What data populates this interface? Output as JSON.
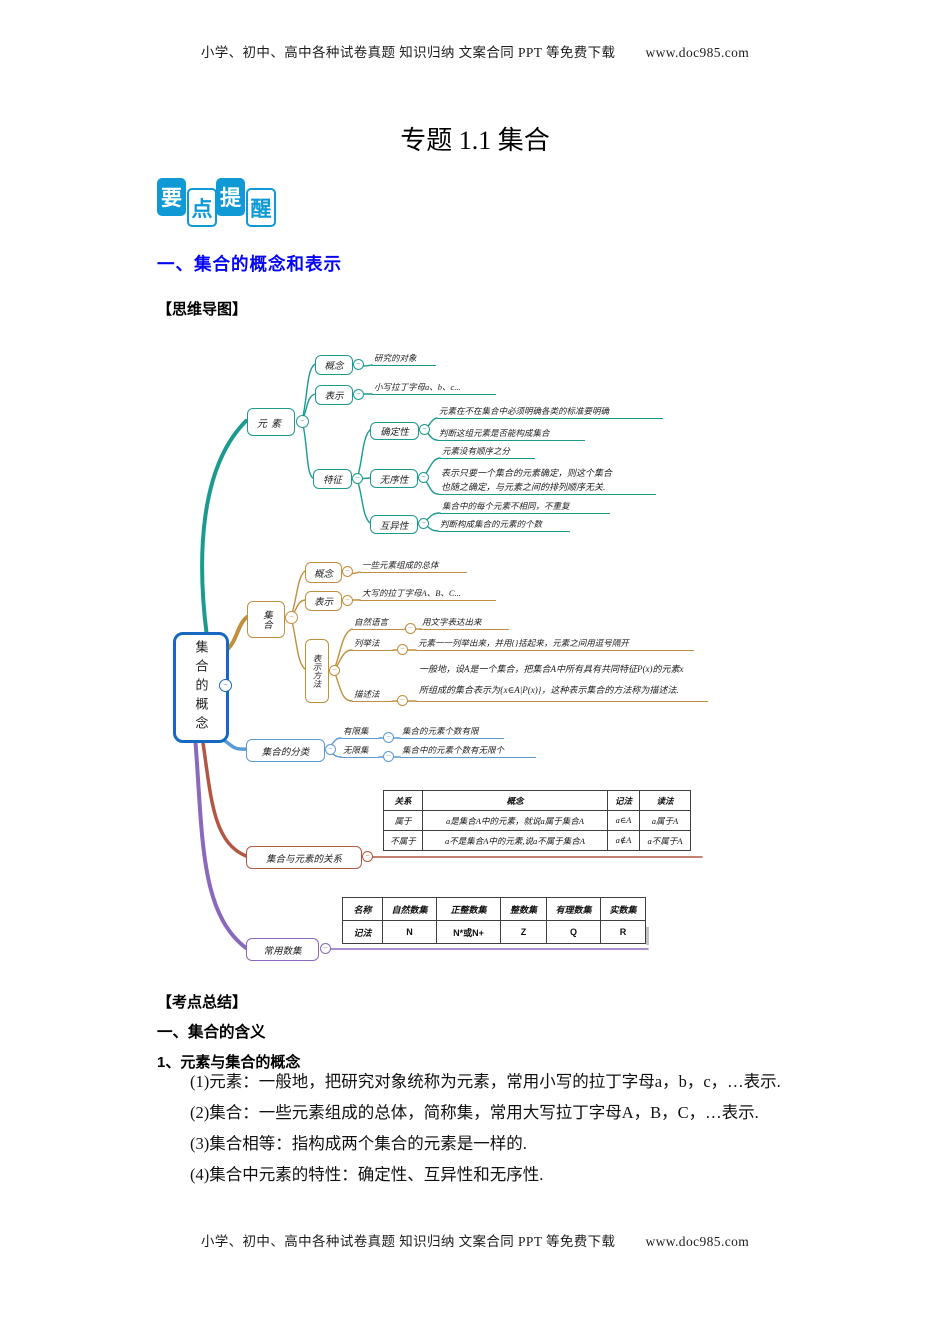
{
  "page": {
    "header_text": "小学、初中、高中各种试卷真题 知识归纳 文案合同 PPT 等免费下载",
    "header_url": "www.doc985.com",
    "footer_text": "小学、初中、高中各种试卷真题 知识归纳 文案合同 PPT 等免费下载",
    "footer_url": "www.doc985.com",
    "title": "专题 1.1 集合"
  },
  "badge": {
    "chars": [
      "要",
      "点",
      "提",
      "醒"
    ]
  },
  "sections": {
    "s1_heading": "一、集合的概念和表示",
    "mindmap_label": "【思维导图】",
    "summary_label": "【考点总结】",
    "summary_h1": "一、集合的含义",
    "summary_h2": "1、元素与集合的概念"
  },
  "content": {
    "paragraphs": [
      "(1)元素：一般地，把研究对象统称为元素，常用小写的拉丁字母a，b，c，…表示.",
      "(2)集合：一些元素组成的总体，简称集，常用大写拉丁字母A，B，C，…表示.",
      "(3)集合相等：指构成两个集合的元素是一样的.",
      "(4)集合中元素的特性：确定性、互异性和无序性."
    ]
  },
  "mindmap": {
    "root_label": "集合的概念",
    "element": {
      "label": "元素",
      "concept": {
        "label": "概念",
        "leaf": "研究的对象"
      },
      "notation": {
        "label": "表示",
        "leaf": "小写拉丁字母a、b、c..."
      },
      "features": {
        "label": "特征",
        "certainty": {
          "label": "确定性",
          "leaf1": "元素在不在集合中必须明确各类的标准要明确",
          "leaf2": "判断这组元素是否能构成集合"
        },
        "unordered": {
          "label": "无序性",
          "leaf1": "元素没有顺序之分",
          "leaf2a": "表示只要一个集合的元素确定，则这个集合",
          "leaf2b": "也随之确定，与元素之间的排列顺序无关."
        },
        "distinct": {
          "label": "互异性",
          "leaf1": "集合中的每个元素不相同，不重复",
          "leaf2": "判断构成集合的元素的个数"
        }
      }
    },
    "set": {
      "label": "集合",
      "concept": {
        "label": "概念",
        "leaf": "一些元素组成的总体"
      },
      "notation": {
        "label": "表示",
        "leaf": "大写的拉丁字母A、B、C..."
      },
      "methods": {
        "label": "表示方法",
        "natural": {
          "label": "自然语言",
          "leaf": "用文字表达出来"
        },
        "listing": {
          "label": "列举法",
          "leaf": "元素一一列举出来，并用{}括起来，元素之间用逗号隔开"
        },
        "description": {
          "label": "描述法",
          "leaf1": "一般地，设A是一个集合，把集合A中所有具有共同特征P(x)的元素x",
          "leaf2": "所组成的集合表示为{x∈A|P(x)}，这种表示集合的方法称为描述法."
        }
      }
    },
    "classification": {
      "label": "集合的分类",
      "finite": {
        "label": "有限集",
        "leaf": "集合的元素个数有限"
      },
      "infinite": {
        "label": "无限集",
        "leaf": "集合中的元素个数有无限个"
      }
    },
    "relation": {
      "label": "集合与元素的关系",
      "table": {
        "headers": [
          "关系",
          "概念",
          "记法",
          "读法"
        ],
        "rows": [
          [
            "属于",
            "a是集合A中的元素，就说a属于集合A",
            "a∈A",
            "a属于A"
          ],
          [
            "不属于",
            "a不是集合A中的元素,说a不属于集合A",
            "a∉A",
            "a不属于A"
          ]
        ]
      }
    },
    "common_sets": {
      "label": "常用数集",
      "table": {
        "headers": [
          "名称",
          "自然数集",
          "正整数集",
          "整数集",
          "有理数集",
          "实数集"
        ],
        "rows": [
          [
            "记法",
            "N",
            "N*或N+",
            "Z",
            "Q",
            "R"
          ]
        ]
      }
    }
  },
  "colors": {
    "branch_element": "#1d9a8f",
    "branch_set": "#c08f3f",
    "branch_classification": "#5b9bd5",
    "branch_relation": "#b35643",
    "branch_common_sets": "#8a68bb",
    "root_border": "#1668c0",
    "badge_blue": "#0f9ad6",
    "heading_blue": "#0404f8"
  }
}
